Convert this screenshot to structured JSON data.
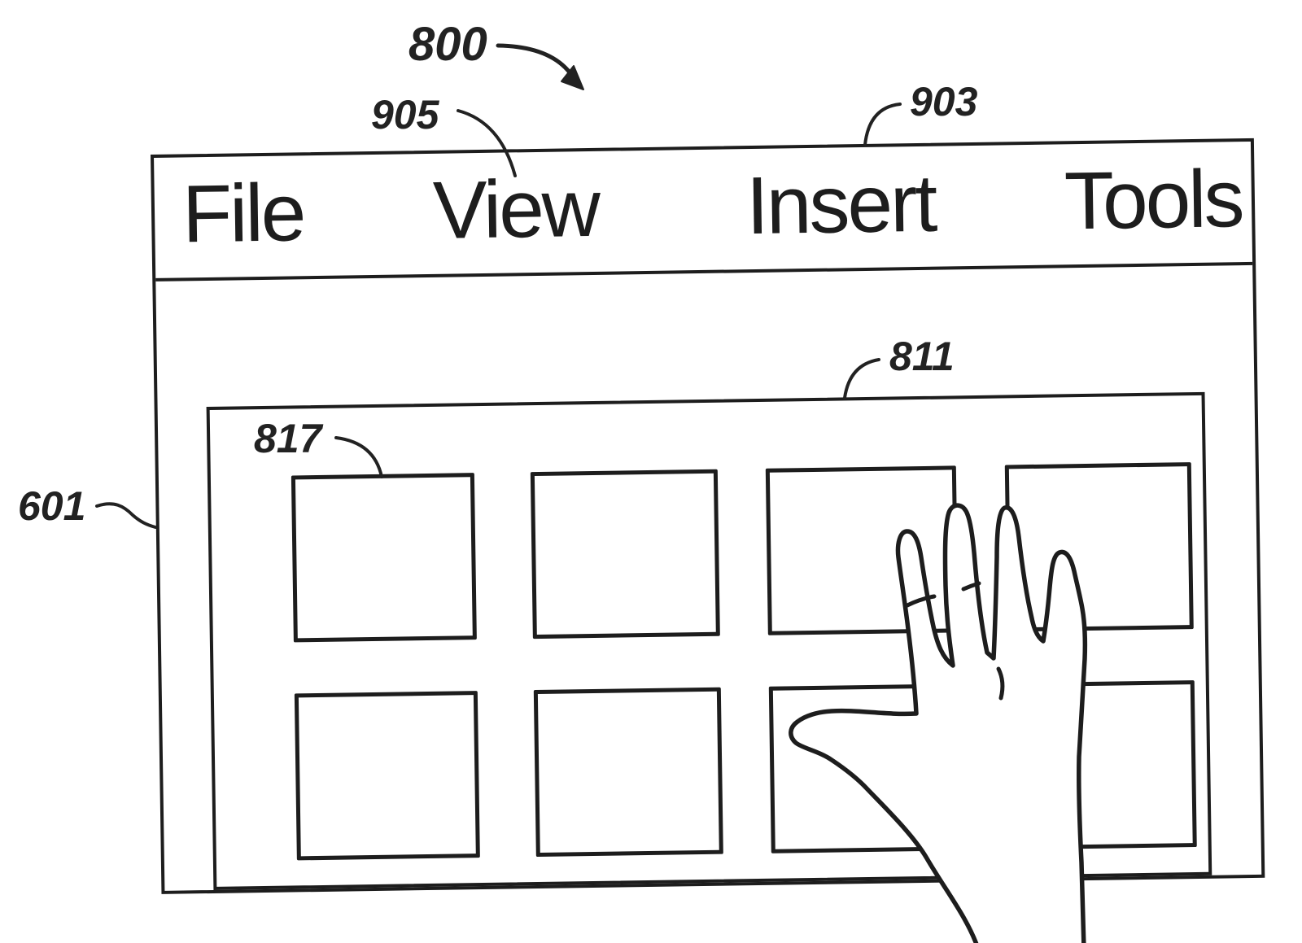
{
  "figure_labels": {
    "ref_800": "800",
    "ref_905": "905",
    "ref_903": "903",
    "ref_811": "811",
    "ref_817": "817",
    "ref_601": "601"
  },
  "window": {
    "menu_items": [
      {
        "label": "File"
      },
      {
        "label": "View"
      },
      {
        "label": "Insert"
      },
      {
        "label": "Tools"
      }
    ],
    "content_grid": {
      "rows": 2,
      "columns": 4,
      "cell_count": 8
    }
  },
  "colors": {
    "ink": "#1d1d1d",
    "paper": "#ffffff"
  }
}
